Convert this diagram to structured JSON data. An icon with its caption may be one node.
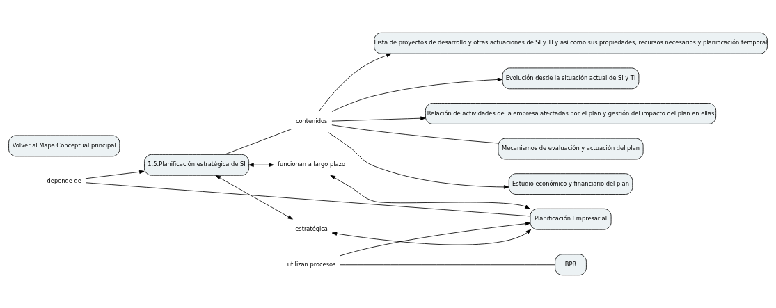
{
  "diagram": {
    "nodes": [
      {
        "text": [
          "1.5.Planificación estratégica de SI"
        ]
      },
      {
        "text": [
          "contenidos"
        ]
      },
      {
        "text": [
          "Estudio económico y financiario del plan"
        ]
      },
      {
        "text": [
          "Lista de proyectos de desarrollo y otras actuaciones de SI y TI y así como sus propiedades, recursos necesarios y planificación temporal"
        ]
      },
      {
        "text": [
          "Evolución desde la situación actual de SI y TI"
        ]
      },
      {
        "text": [
          "Relación de actividades de la empresa afectadas por el plan y gestión del impacto del plan en ellas"
        ]
      },
      {
        "text": [
          "Mecanismos de evaluación y actuación del plan"
        ]
      },
      {
        "text": [
          "funcionan a largo plazo"
        ]
      },
      {
        "text": [
          "depende de"
        ]
      },
      {
        "text": [
          "estratégica"
        ]
      },
      {
        "text": [
          "Planificación Empresarial"
        ]
      },
      {
        "text": [
          "utilizan procesos"
        ]
      },
      {
        "text": [
          "BPR"
        ]
      },
      {
        "text": [
          "Volver al Mapa Conceptual principal"
        ]
      }
    ],
    "edges": [
      {
        "from": 0,
        "to": 1,
        "arrow": "none"
      },
      {
        "from": 1,
        "to": 2,
        "arrow": "to"
      },
      {
        "from": 1,
        "to": 3,
        "arrow": "to"
      },
      {
        "from": 1,
        "to": 4,
        "arrow": "to"
      },
      {
        "from": 1,
        "to": 5,
        "arrow": "to"
      },
      {
        "from": 1,
        "to": 6,
        "arrow": "none"
      },
      {
        "from": 0,
        "to": 7,
        "arrow": "both"
      },
      {
        "from": 7,
        "to": 10,
        "arrow": "both"
      },
      {
        "from": 10,
        "to": 8,
        "arrow": "none"
      },
      {
        "from": 8,
        "to": 0,
        "arrow": "to"
      },
      {
        "from": 0,
        "to": 9,
        "arrow": "both"
      },
      {
        "from": 9,
        "to": 10,
        "arrow": "both"
      },
      {
        "from": 12,
        "to": 11,
        "arrow": "none"
      },
      {
        "from": 11,
        "to": 10,
        "arrow": "to"
      }
    ]
  }
}
